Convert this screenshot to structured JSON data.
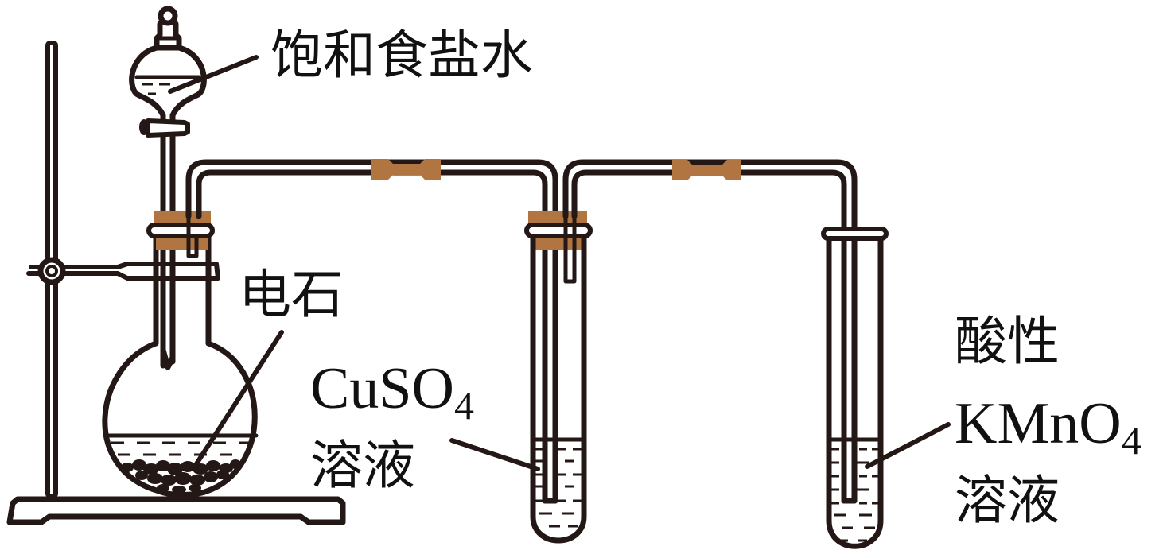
{
  "diagram": {
    "title": "Acetylene generation and testing apparatus",
    "labels": {
      "funnel_liquid": "饱和食盐水",
      "flask_solid": "电石",
      "tube1_formula_main": "CuSO",
      "tube1_formula_sub": "4",
      "tube1_solution": "溶液",
      "tube2_prefix": "酸性",
      "tube2_formula_main": "KMnO",
      "tube2_formula_sub": "4",
      "tube2_solution": "溶液"
    },
    "colors": {
      "line": "#231815",
      "rubber": "#b07541",
      "background": "#ffffff"
    },
    "components": [
      "iron-stand",
      "separatory-funnel",
      "round-bottom-flask",
      "test-tube-cuso4",
      "test-tube-kmno4",
      "rubber-connectors"
    ]
  }
}
